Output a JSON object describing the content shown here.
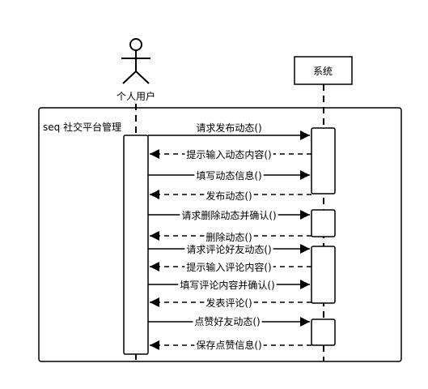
{
  "actor": {
    "label": "个人用户"
  },
  "system": {
    "label": "系统"
  },
  "frame": {
    "label": "seq 社交平台管理"
  },
  "messages": [
    {
      "label": "请求发布动态()",
      "kind": "call"
    },
    {
      "label": "提示输入动态内容()",
      "kind": "return"
    },
    {
      "label": "填写动态信息()",
      "kind": "call"
    },
    {
      "label": "发布动态()",
      "kind": "return"
    },
    {
      "label": "请求删除动态并确认()",
      "kind": "call"
    },
    {
      "label": "删除动态()",
      "kind": "return"
    },
    {
      "label": "请求评论好友动态()",
      "kind": "call"
    },
    {
      "label": "提示输入评论内容()",
      "kind": "return"
    },
    {
      "label": "填写评论内容并确认()",
      "kind": "call"
    },
    {
      "label": "发表评论()",
      "kind": "return"
    },
    {
      "label": "点赞好友动态()",
      "kind": "call"
    },
    {
      "label": "保存点赞信息()",
      "kind": "return"
    }
  ]
}
